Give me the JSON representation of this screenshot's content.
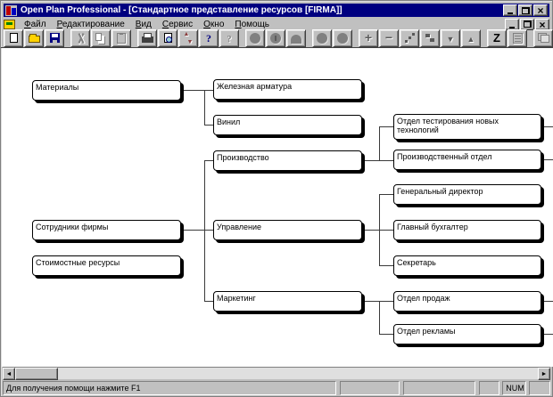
{
  "window": {
    "title": "Open Plan Professional - [Стандартное представление ресурсов [FIRMA]]"
  },
  "menu": {
    "items": [
      "Файл",
      "Редактирование",
      "Вид",
      "Сервис",
      "Окно",
      "Помощь"
    ]
  },
  "toolbar": {
    "buttons": [
      "new",
      "open",
      "save",
      "cut",
      "copy",
      "paste",
      "print",
      "print-preview",
      "exchange-data",
      "help",
      "context-help",
      "circle-tool",
      "circle-detail-tool",
      "arch-tool",
      "circle-a-tool",
      "circle-b-tool",
      "add",
      "remove",
      "link-dots",
      "step-down",
      "move-down",
      "move-up",
      "zoom-z",
      "notes",
      "cascade-windows",
      "arrange-windows"
    ]
  },
  "diagram": {
    "nodes": [
      {
        "id": "materials",
        "label": "Материалы"
      },
      {
        "id": "employees",
        "label": "Сотрудники фирмы"
      },
      {
        "id": "cost-resources",
        "label": "Стоимостные ресурсы"
      },
      {
        "id": "rebar",
        "label": "Железная арматура"
      },
      {
        "id": "vinyl",
        "label": "Винил"
      },
      {
        "id": "production",
        "label": "Производство"
      },
      {
        "id": "management",
        "label": "Управление"
      },
      {
        "id": "marketing",
        "label": "Маркетинг"
      },
      {
        "id": "testing-dept",
        "label": "Отдел тестирования новых технологий"
      },
      {
        "id": "production-dept",
        "label": "Производственный отдел"
      },
      {
        "id": "general-director",
        "label": "Генеральный директор"
      },
      {
        "id": "chief-accountant",
        "label": "Главный бухгалтер"
      },
      {
        "id": "secretary",
        "label": "Секретарь"
      },
      {
        "id": "sales-dept",
        "label": "Отдел продаж"
      },
      {
        "id": "ads-dept",
        "label": "Отдел рекламы"
      }
    ],
    "edges": [
      {
        "from": "materials",
        "to": "rebar"
      },
      {
        "from": "materials",
        "to": "vinyl"
      },
      {
        "from": "employees",
        "to": "production"
      },
      {
        "from": "employees",
        "to": "management"
      },
      {
        "from": "employees",
        "to": "marketing"
      },
      {
        "from": "production",
        "to": "testing-dept"
      },
      {
        "from": "production",
        "to": "production-dept"
      },
      {
        "from": "management",
        "to": "general-director"
      },
      {
        "from": "management",
        "to": "chief-accountant"
      },
      {
        "from": "management",
        "to": "secretary"
      },
      {
        "from": "marketing",
        "to": "sales-dept"
      },
      {
        "from": "marketing",
        "to": "ads-dept"
      }
    ]
  },
  "statusbar": {
    "message": "Для получения помощи нажмите F1",
    "num_lock": "NUM"
  },
  "colors": {
    "titlebar": "#000080",
    "chrome": "#c0c0c0",
    "canvas": "#ffffff",
    "node_border": "#000000"
  }
}
